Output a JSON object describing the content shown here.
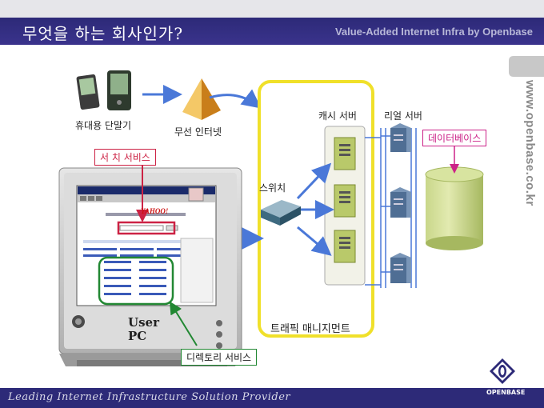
{
  "header": {
    "title": "무엇을 하는 회사인가?",
    "tagline": "Value-Added Internet Infra by Openbase"
  },
  "footer": {
    "tagline": "Leading Internet Infrastructure Solution Provider",
    "logo_text": "OPENBASE"
  },
  "side_url": "www.openbase.co.kr",
  "diagram": {
    "mobile_label": "휴대용 단말기",
    "wireless_label": "무선 인터넷",
    "search_label": "서 치 서비스",
    "directory_label": "디렉토리 서비스",
    "user_pc_label": "User PC",
    "switch_label": "스위치",
    "cache_label": "캐시 서버",
    "real_label": "리얼 서버",
    "db_label": "데이터베이스",
    "traffic_label": "트래픽 매니지먼트"
  },
  "browser": {
    "logo": "YAHOO!"
  },
  "colors": {
    "header_bg": "#2d2a78",
    "traffic_border": "#f0e02a",
    "search_red": "#cc2244",
    "directory_green": "#228833",
    "db_magenta": "#cc2288",
    "arrow_blue": "#4a78d8"
  }
}
